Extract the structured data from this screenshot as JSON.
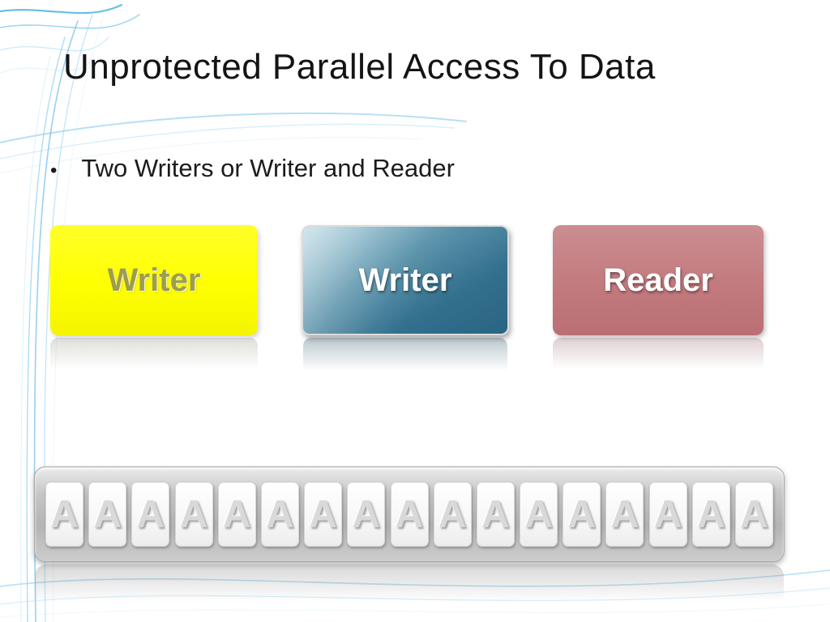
{
  "slide": {
    "title": "Unprotected Parallel Access To Data",
    "bullet_marker": "•",
    "bullet": "Two Writers or Writer and Reader",
    "boxes": [
      {
        "label": "Writer",
        "fill": "#ffff00"
      },
      {
        "label": "Writer",
        "fill": "#3f7e9b"
      },
      {
        "label": "Reader",
        "fill": "#c27a7e"
      }
    ],
    "memory": {
      "cells": [
        "A",
        "A",
        "A",
        "A",
        "A",
        "A",
        "A",
        "A",
        "A",
        "A",
        "A",
        "A",
        "A",
        "A",
        "A",
        "A",
        "A"
      ]
    },
    "accents": {
      "swirl_blue": "#6fc0ec",
      "slide_background": "#ffffff"
    }
  }
}
